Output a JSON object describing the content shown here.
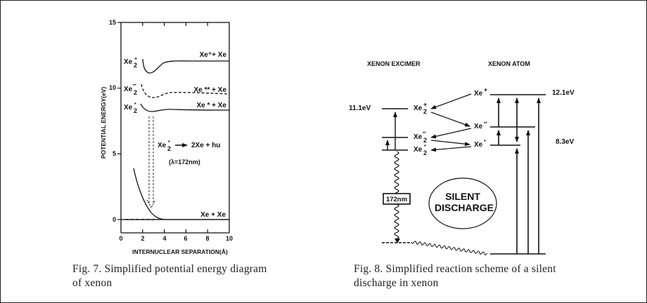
{
  "figure7": {
    "caption_line1": "Fig. 7. Simplified potential energy diagram",
    "caption_line2": "of xenon",
    "xlabel": "INTERNUCLEAR SEPARATION(Å)",
    "ylabel": "POTENTIAL ENERGY(eV)",
    "x_ticks": [
      "0",
      "2",
      "4",
      "6",
      "8",
      "10"
    ],
    "y_ticks": [
      "0",
      "5",
      "10",
      "15"
    ],
    "curves": {
      "ion": {
        "left": "Xe",
        "left_sub": "2",
        "left_sup": "+",
        "right": "Xe⁺+ Xe"
      },
      "doubly_excited": {
        "left": "Xe",
        "left_sub": "2",
        "left_sup": "**",
        "right": "Xe ** + Xe"
      },
      "excited": {
        "left": "Xe",
        "left_sub": "2",
        "left_sup": "*",
        "right": "Xe * + Xe"
      },
      "ground": {
        "right": "Xe + Xe"
      }
    },
    "reaction": {
      "lhs": "Xe",
      "lhs_sub": "2",
      "lhs_sup": "*",
      "rhs": "2Xe + hu",
      "wavelength": "(λ=172nm)"
    }
  },
  "figure8": {
    "caption_line1": "Fig. 8. Simplified reaction scheme of a silent",
    "caption_line2": "discharge in xenon",
    "header_excimer": "XENON EXCIMER",
    "header_atom": "XENON ATOM",
    "energy_excimer": "11.1eV",
    "energy_ion": "12.1eV",
    "energy_excited": "8.3eV",
    "excimer_levels": [
      {
        "base": "Xe",
        "sub": "2",
        "sup": "+"
      },
      {
        "base": "Xe",
        "sub": "2",
        "sup": "**"
      },
      {
        "base": "Xe",
        "sub": "2",
        "sup": "*"
      }
    ],
    "atom_levels": [
      {
        "base": "Xe",
        "sup": "+"
      },
      {
        "base": "Xe",
        "sup": "**"
      },
      {
        "base": "Xe",
        "sup": "*"
      }
    ],
    "emission_label": "172nm",
    "discharge_line1": "SILENT",
    "discharge_line2": "DISCHARGE"
  }
}
